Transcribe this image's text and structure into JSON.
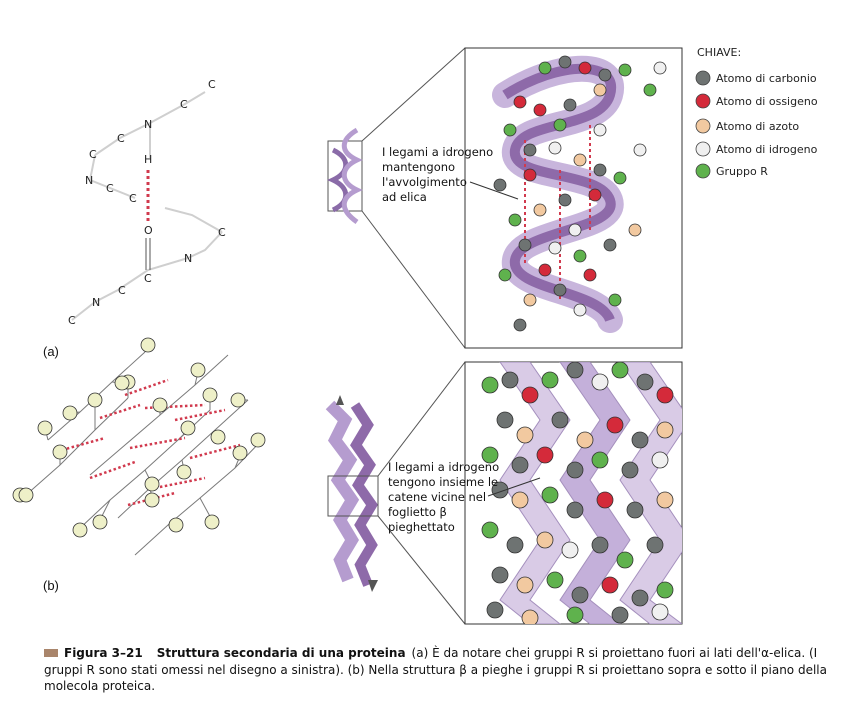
{
  "panels": {
    "a_label": "(a)",
    "b_label": "(b)"
  },
  "helix_backbone": {
    "atoms": [
      "C",
      "C",
      "N",
      "C",
      "C",
      "H",
      "N",
      "C",
      "C",
      "O",
      "C",
      "N",
      "C",
      "C",
      "N",
      "C"
    ]
  },
  "callouts": {
    "helix": [
      "I legami a idrogeno",
      "mantengono",
      "l'avvolgimento",
      "ad elica"
    ],
    "sheet": [
      "I legami a idrogeno",
      "tengono insieme le",
      "catene vicine nel",
      "foglietto β",
      "pieghettato"
    ]
  },
  "key": {
    "title": "CHIAVE:",
    "items": [
      {
        "label": "Atomo di carbonio",
        "color": "#6e7372"
      },
      {
        "label": "Atomo di ossigeno",
        "color": "#d42a3a"
      },
      {
        "label": "Atomo di azoto",
        "color": "#f2c9a0"
      },
      {
        "label": "Atomo di idrogeno",
        "color": "#f0f0f0"
      },
      {
        "label": "Gruppo R",
        "color": "#5fb24d"
      }
    ]
  },
  "caption": {
    "figure_number": "Figura 3–21",
    "title": "Struttura secondaria di una proteina",
    "text": "(a) È da notare chei gruppi R si proiettano fuori ai lati dell'α-elica. (I gruppi R sono stati omessi nel disegno a sinistra). (b) Nella struttura β a pieghe i gruppi R si proiettano sopra e sotto il piano della molecola proteica."
  }
}
